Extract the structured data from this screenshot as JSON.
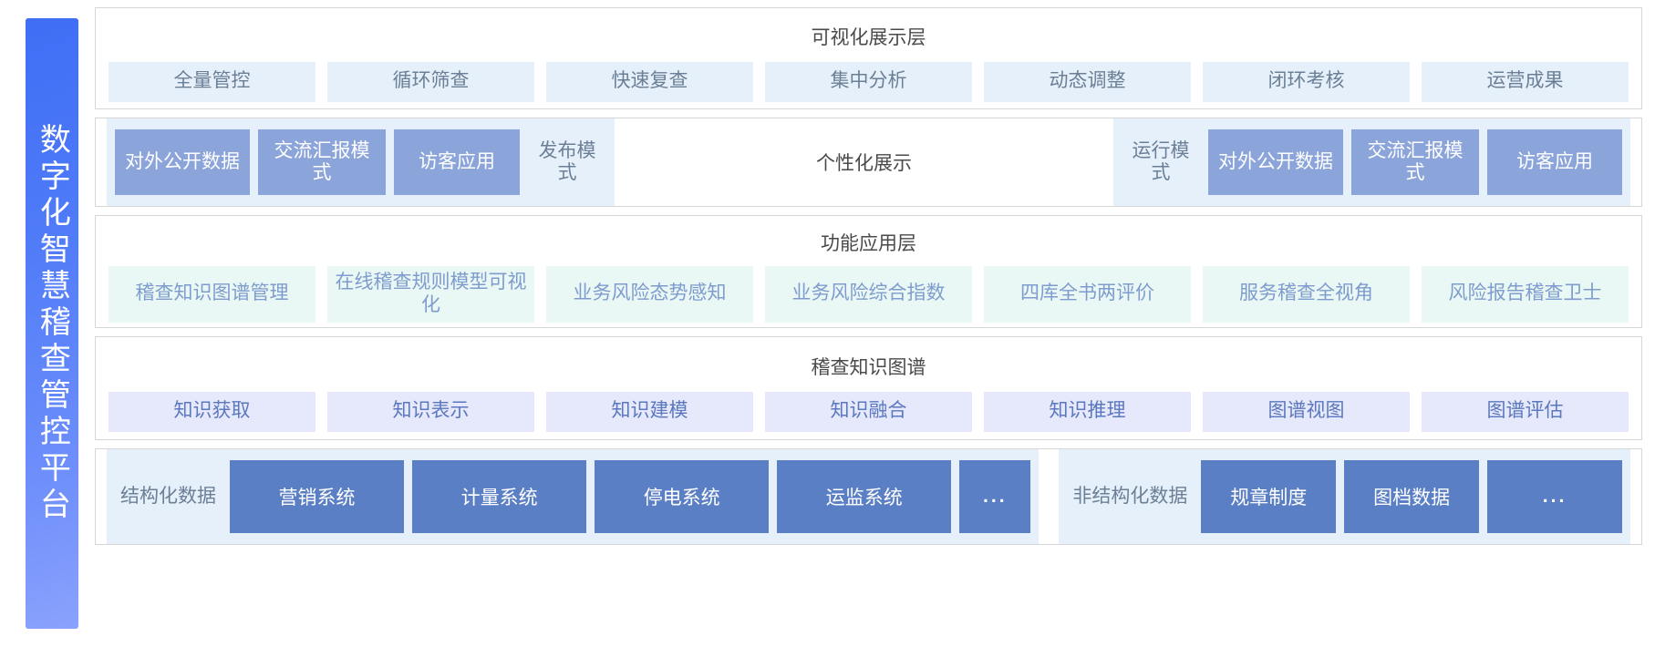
{
  "banner": {
    "title": "数字化智慧稽查管控平台"
  },
  "layers": [
    {
      "id": "visualization",
      "title": "可视化展示层",
      "chips": [
        "全量管控",
        "循环筛查",
        "快速复查",
        "集中分析",
        "动态调整",
        "闭环考核",
        "运营成果"
      ]
    },
    {
      "id": "personalized",
      "center_label": "个性化展示",
      "left_group": [
        {
          "label": "对外公开数据",
          "style": "solid"
        },
        {
          "label": "交流汇报模式",
          "style": "solid"
        },
        {
          "label": "访客应用",
          "style": "solid"
        },
        {
          "label": "发布模式",
          "style": "ghost"
        }
      ],
      "right_group": [
        {
          "label": "运行模式",
          "style": "ghost"
        },
        {
          "label": "对外公开数据",
          "style": "solid"
        },
        {
          "label": "交流汇报模式",
          "style": "solid"
        },
        {
          "label": "访客应用",
          "style": "solid"
        }
      ]
    },
    {
      "id": "function",
      "title": "功能应用层",
      "chips": [
        "稽查知识图谱管理",
        "在线稽查规则模型可视化",
        "业务风险态势感知",
        "业务风险综合指数",
        "四库全书两评价",
        "服务稽查全视角",
        "风险报告稽查卫士"
      ]
    },
    {
      "id": "knowledge-graph",
      "title": "稽查知识图谱",
      "chips": [
        "知识获取",
        "知识表示",
        "知识建模",
        "知识融合",
        "知识推理",
        "图谱视图",
        "图谱评估"
      ]
    },
    {
      "id": "data-source",
      "structured": {
        "label": "结构化数据",
        "tiles": [
          "营销系统",
          "计量系统",
          "停电系统",
          "运监系统",
          "..."
        ]
      },
      "unstructured": {
        "label": "非结构化数据",
        "tiles": [
          "规章制度",
          "图档数据",
          "..."
        ]
      }
    }
  ],
  "colors": {
    "banner_start": "#3f6ef5",
    "banner_end": "#8aa2fc",
    "chip_blue_bg": "#e6f0fa",
    "chip_blue_text": "#6b7f96",
    "chip_mint_bg": "#e9f7f5",
    "chip_mint_text": "#7e9ccd",
    "chip_lavender_bg": "#e6e9fb",
    "chip_lavender_text": "#5b77bd",
    "tile_periwinkle": "#8ba4da",
    "tile_blue": "#5b7fc4",
    "panel_border": "#d6d6d6",
    "title_text": "#4a4a4a"
  }
}
